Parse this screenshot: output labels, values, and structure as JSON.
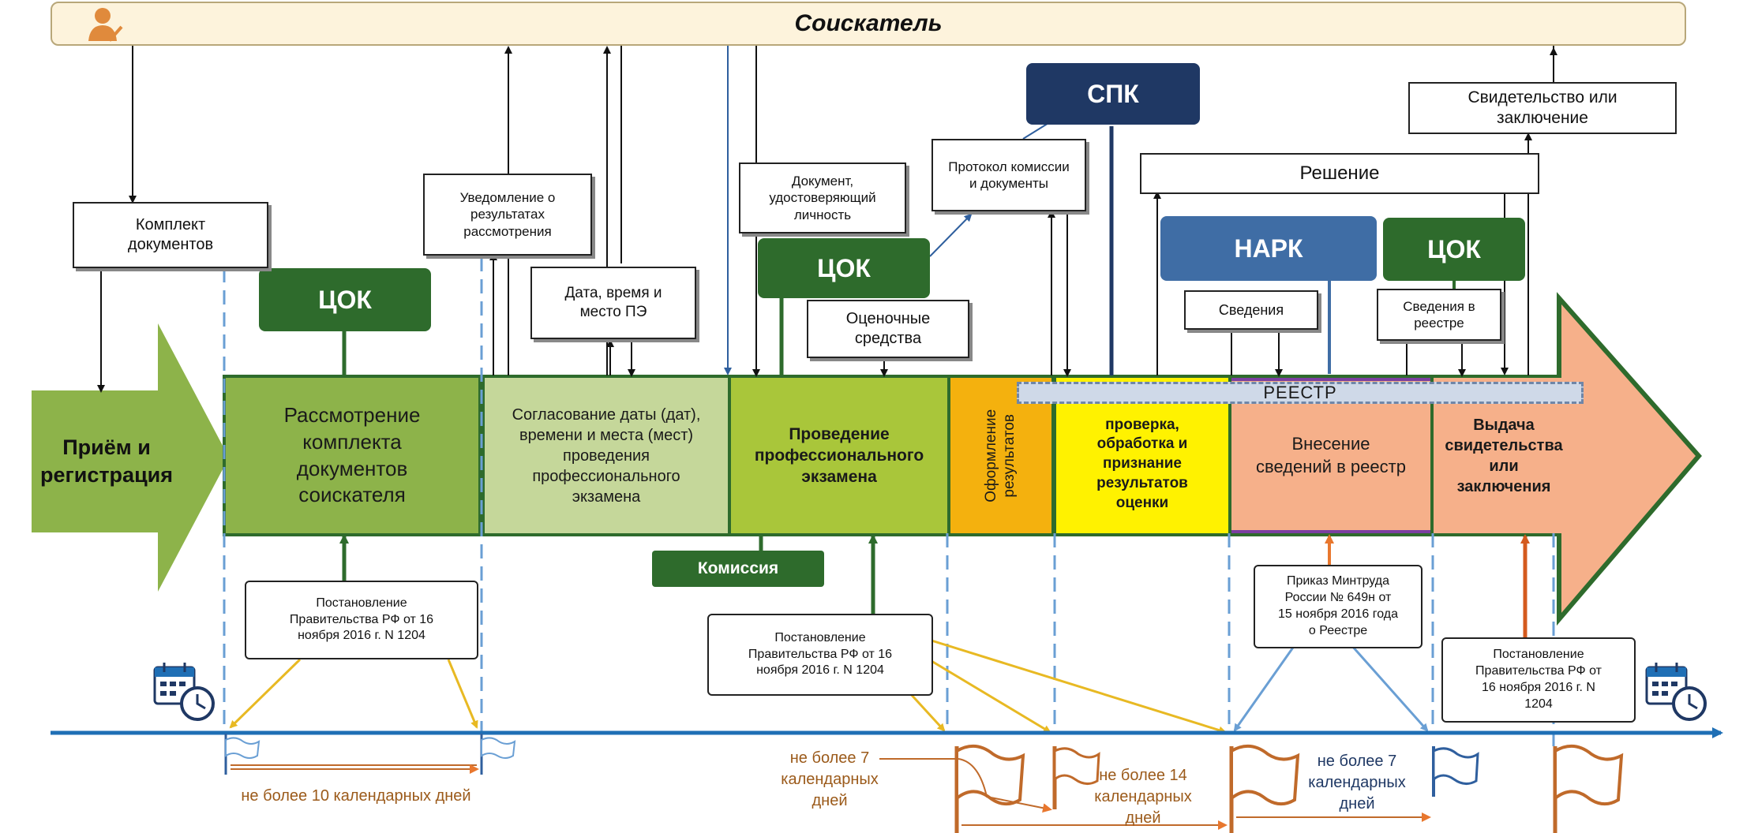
{
  "header": {
    "title": "Соискатель"
  },
  "stages": {
    "s1": "Приём и\nрегистрация",
    "s2": "Рассмотрение\nкомплекта\nдокументов\nсоискателя",
    "s3": "Согласование даты (дат),\nвремени и места (мест)\nпроведения\nпрофессионального\nэкзамена",
    "s4": "Проведение\nпрофессионального\nэкзамена",
    "s5": "Оформление\nрезультатов",
    "s6": "проверка,\nобработка и\nпризнание\nрезультатов\nоценки",
    "s7": "Внесение\nсведений в реестр",
    "s8": "Выдача\nсвидетельства или\nзаключения"
  },
  "registry": "РЕЕСТР",
  "orgs": {
    "tsok1": "ЦОК",
    "tsok2": "ЦОК",
    "tsok3": "ЦОК",
    "spk": "СПК",
    "nark": "НАРК",
    "komissiya": "Комиссия"
  },
  "docs": {
    "komplekt": "Комплект\nдокументов",
    "uvedomlenie": "Уведомление о\nрезультатах\nрассмотрения",
    "data_vremya": "Дата, время и\nместо ПЭ",
    "dokument": "Документ,\nудостоверяющий\nличность",
    "ocenochnye": "Оценочные\nсредства",
    "protokol": "Протокол комиссии\nи документы",
    "reshenie": "Решение",
    "svidetelstvo": "Свидетельство или\nзаключение",
    "svedeniya": "Сведения",
    "svedeniya_reestr": "Сведения в\nреестре"
  },
  "regulations": {
    "post1": "Постановление\nПравительства РФ от 16\nноября 2016 г. N 1204",
    "post2": "Постановление\nПравительства РФ от 16\nноября 2016 г. N 1204",
    "post3": "Постановление\nПравительства РФ от\n16 ноября 2016 г. N\n1204",
    "prikaz": "Приказ Минтруда\nРоссии № 649н от\n15 ноября 2016 года\nо Реестре"
  },
  "timeline": {
    "note1": "не более 10 календарных дней",
    "note2": "не более 7\nкалендарных\nдней",
    "note3": "не более 14\nкалендарных\nдней",
    "note4": "не более 7\nкалендарных\nдней"
  },
  "icons": [
    "person-check-icon",
    "calendar-clock-icon",
    "flag-icon"
  ],
  "colors": {
    "green_dark": "#2e6b2c",
    "green_stage": "#8db34a",
    "green_light": "#c5d79a",
    "lime": "#a9c63a",
    "orange": "#f4b10e",
    "yellow": "#fff200",
    "salmon": "#f6b08a",
    "navy": "#1f3864",
    "blue_nark": "#3f6da5",
    "timeline": "#1f6fb5",
    "flag_brown": "#c06a2a"
  }
}
